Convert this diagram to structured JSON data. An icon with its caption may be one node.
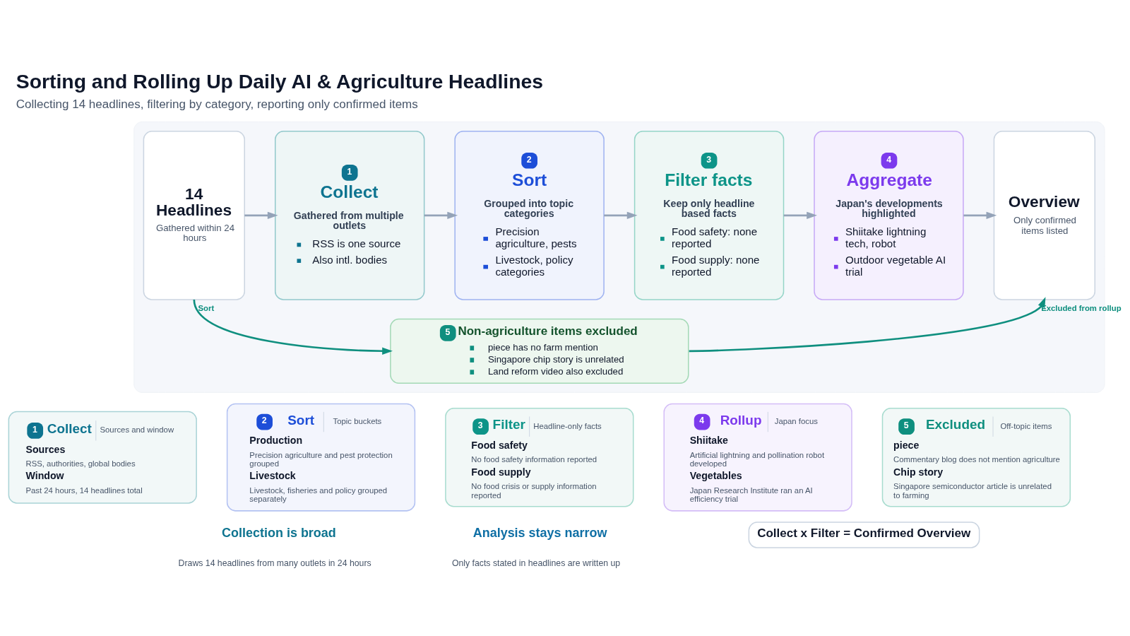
{
  "diagram": {
    "title": "Sorting and Rolling Up Daily AI & Agriculture Headlines",
    "caption": "Collecting 14 headlines, filtering by category, reporting only confirmed items",
    "nodes": [
      {
        "text": [],
        "shape": "box"
      },
      {
        "text": [
          "14 Headlines",
          "Gathered within 24 hours"
        ],
        "in": 0
      },
      {
        "text": [
          "1",
          "Collect",
          "Gathered from multiple outlets",
          "RSS is one source",
          "Also intl. bodies"
        ],
        "in": 0
      },
      {
        "text": [
          "2",
          "Sort",
          "Grouped into topic categories",
          "Precision agriculture, pests",
          "Livestock, policy categories"
        ],
        "in": 0
      },
      {
        "text": [
          "3",
          "Filter facts",
          "Keep only headline based facts",
          "Food safety: none reported",
          "Food supply: none reported"
        ],
        "in": 0
      },
      {
        "text": [
          "4",
          "Aggregate",
          "Japan's developments highlighted",
          "Shiitake lightning tech, robot",
          "Outdoor vegetable AI trial"
        ],
        "in": 0
      },
      {
        "text": [
          "Overview",
          "Only confirmed items listed"
        ],
        "in": 0
      },
      {
        "text": [
          "5",
          "Non-agriculture items excluded",
          "piece has no farm mention",
          "Singapore chip story is unrelated",
          "Land reform video also excluded"
        ],
        "in": 0
      },
      {
        "text": [
          "1",
          "Collect",
          "Sources and window",
          "Sources",
          "RSS, authorities, global bodies",
          "Window",
          "Past 24 hours, 14 headlines total"
        ]
      },
      {
        "text": [
          "2",
          "Sort",
          "Topic buckets",
          "Production",
          "Precision agriculture and pest protection grouped",
          "Livestock",
          "Livestock, fisheries and policy grouped separately"
        ]
      },
      {
        "text": [
          "3",
          "Filter",
          "Headline-only facts",
          "Food safety",
          "No food safety information reported",
          "Food supply",
          "No food crisis or supply information reported"
        ]
      },
      {
        "text": [
          "4",
          "Rollup",
          "Japan focus",
          "Shiitake",
          "Artificial lightning and pollination robot developed",
          "Vegetables",
          "Japan Research Institute ran an AI efficiency trial"
        ]
      },
      {
        "text": [
          "5",
          "Excluded",
          "Off-topic items",
          "piece",
          "Commentary blog does not mention agriculture",
          "Chip story",
          "Singapore semiconductor article is unrelated to farming"
        ]
      },
      {
        "text": [
          "Collect x Filter = Confirmed Overview"
        ]
      }
    ],
    "edges": [
      {
        "from": 1,
        "to": 2,
        "arrow": "to"
      },
      {
        "from": 2,
        "to": 3,
        "arrow": "to"
      },
      {
        "from": 3,
        "to": 4,
        "arrow": "to"
      },
      {
        "from": 4,
        "to": 5,
        "arrow": "to"
      },
      {
        "from": 5,
        "to": 6,
        "arrow": "to"
      },
      {
        "from": 1,
        "to": 7,
        "arrow": "to",
        "label": "Sort",
        "color": "#0f8f7f"
      },
      {
        "from": 7,
        "to": 6,
        "arrow": "to",
        "label": "Excluded from rollup",
        "color": "#0f8f7f"
      }
    ],
    "labels": [
      "Collection is broad",
      "Draws 14 headlines from many outlets in 24 hours",
      "Analysis stays narrow",
      "Only facts stated in headlines are written up"
    ]
  }
}
